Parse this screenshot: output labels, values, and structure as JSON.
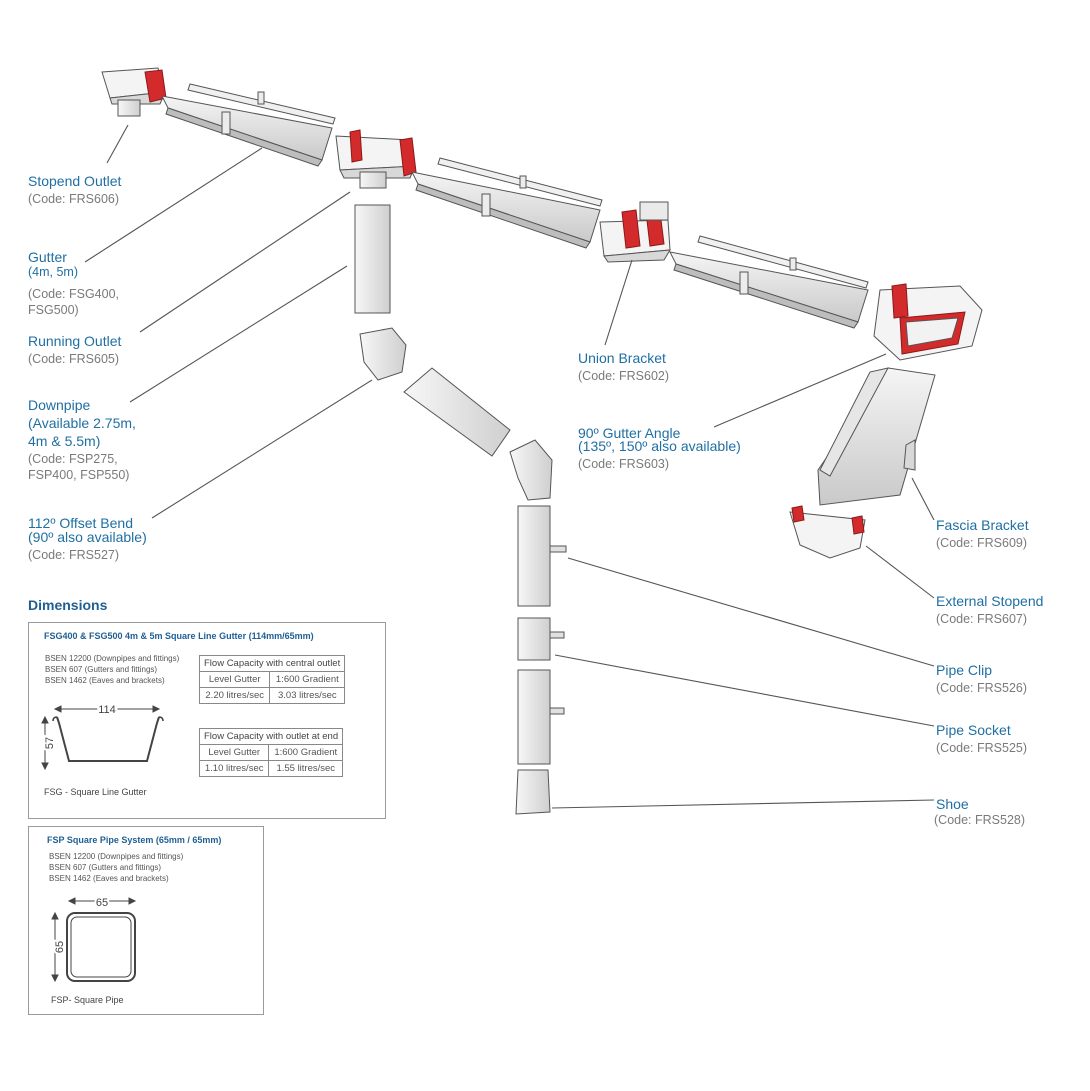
{
  "labels": {
    "stopend_outlet": {
      "name": "Stopend Outlet",
      "code": "(Code:  FRS606)"
    },
    "gutter": {
      "name": "Gutter",
      "sub": "(4m, 5m)",
      "code1": "(Code:  FSG400,",
      "code2": "FSG500)"
    },
    "running_outlet": {
      "name": "Running Outlet",
      "code": "(Code:  FRS605)"
    },
    "downpipe": {
      "name": "Downpipe",
      "sub1": "(Available 2.75m,",
      "sub2": "4m & 5.5m)",
      "code1": "(Code:  FSP275,",
      "code2": "FSP400, FSP550)"
    },
    "offset_bend": {
      "name": "112º Offset Bend",
      "sub": "(90º also available)",
      "code": "(Code:  FRS527)"
    },
    "union_bracket": {
      "name": "Union Bracket",
      "code": "(Code:  FRS602)"
    },
    "gutter_angle": {
      "name": "90º Gutter Angle",
      "sub": "(135º, 150º also available)",
      "code": "(Code:  FRS603)"
    },
    "fascia_bracket": {
      "name": "Fascia Bracket",
      "code": "(Code:  FRS609)"
    },
    "external_stopend": {
      "name": "External Stopend",
      "code": "(Code:  FRS607)"
    },
    "pipe_clip": {
      "name": "Pipe Clip",
      "code": "(Code:  FRS526)"
    },
    "pipe_socket": {
      "name": "Pipe Socket",
      "code": "(Code:  FRS525)"
    },
    "shoe": {
      "name": "Shoe",
      "code": "(Code:  FRS528)"
    }
  },
  "dimensions": {
    "heading": "Dimensions",
    "gutter_box": {
      "title": "FSG400 & FSG500 4m & 5m Square Line Gutter (114mm/65mm)",
      "standards": [
        "BSEN 12200 (Downpipes and fittings)",
        "BSEN 607 (Gutters and fittings)",
        "BSEN 1462 (Eaves and brackets)"
      ],
      "width": "114",
      "height": "57",
      "caption": "FSG - Square Line Gutter",
      "table1": {
        "title": "Flow Capacity with central outlet",
        "cols": [
          "Level Gutter",
          "1:600 Gradient"
        ],
        "vals": [
          "2.20 litres/sec",
          "3.03 litres/sec"
        ]
      },
      "table2": {
        "title": "Flow Capacity with outlet at end",
        "cols": [
          "Level Gutter",
          "1:600 Gradient"
        ],
        "vals": [
          "1.10 litres/sec",
          "1.55 litres/sec"
        ]
      }
    },
    "pipe_box": {
      "title": "FSP Square Pipe System (65mm / 65mm)",
      "standards": [
        "BSEN 12200 (Downpipes and fittings)",
        "BSEN 607 (Gutters and fittings)",
        "BSEN 1462 (Eaves and brackets)"
      ],
      "width": "65",
      "height": "65",
      "caption": "FSP- Square Pipe"
    }
  },
  "colors": {
    "label_blue": "#1f6fa3",
    "code_grey": "#7a7a7a",
    "accent_red": "#d32b2b",
    "part_white": "#f4f4f4",
    "part_shade": "#d8d8d8",
    "part_outline": "#555555"
  }
}
